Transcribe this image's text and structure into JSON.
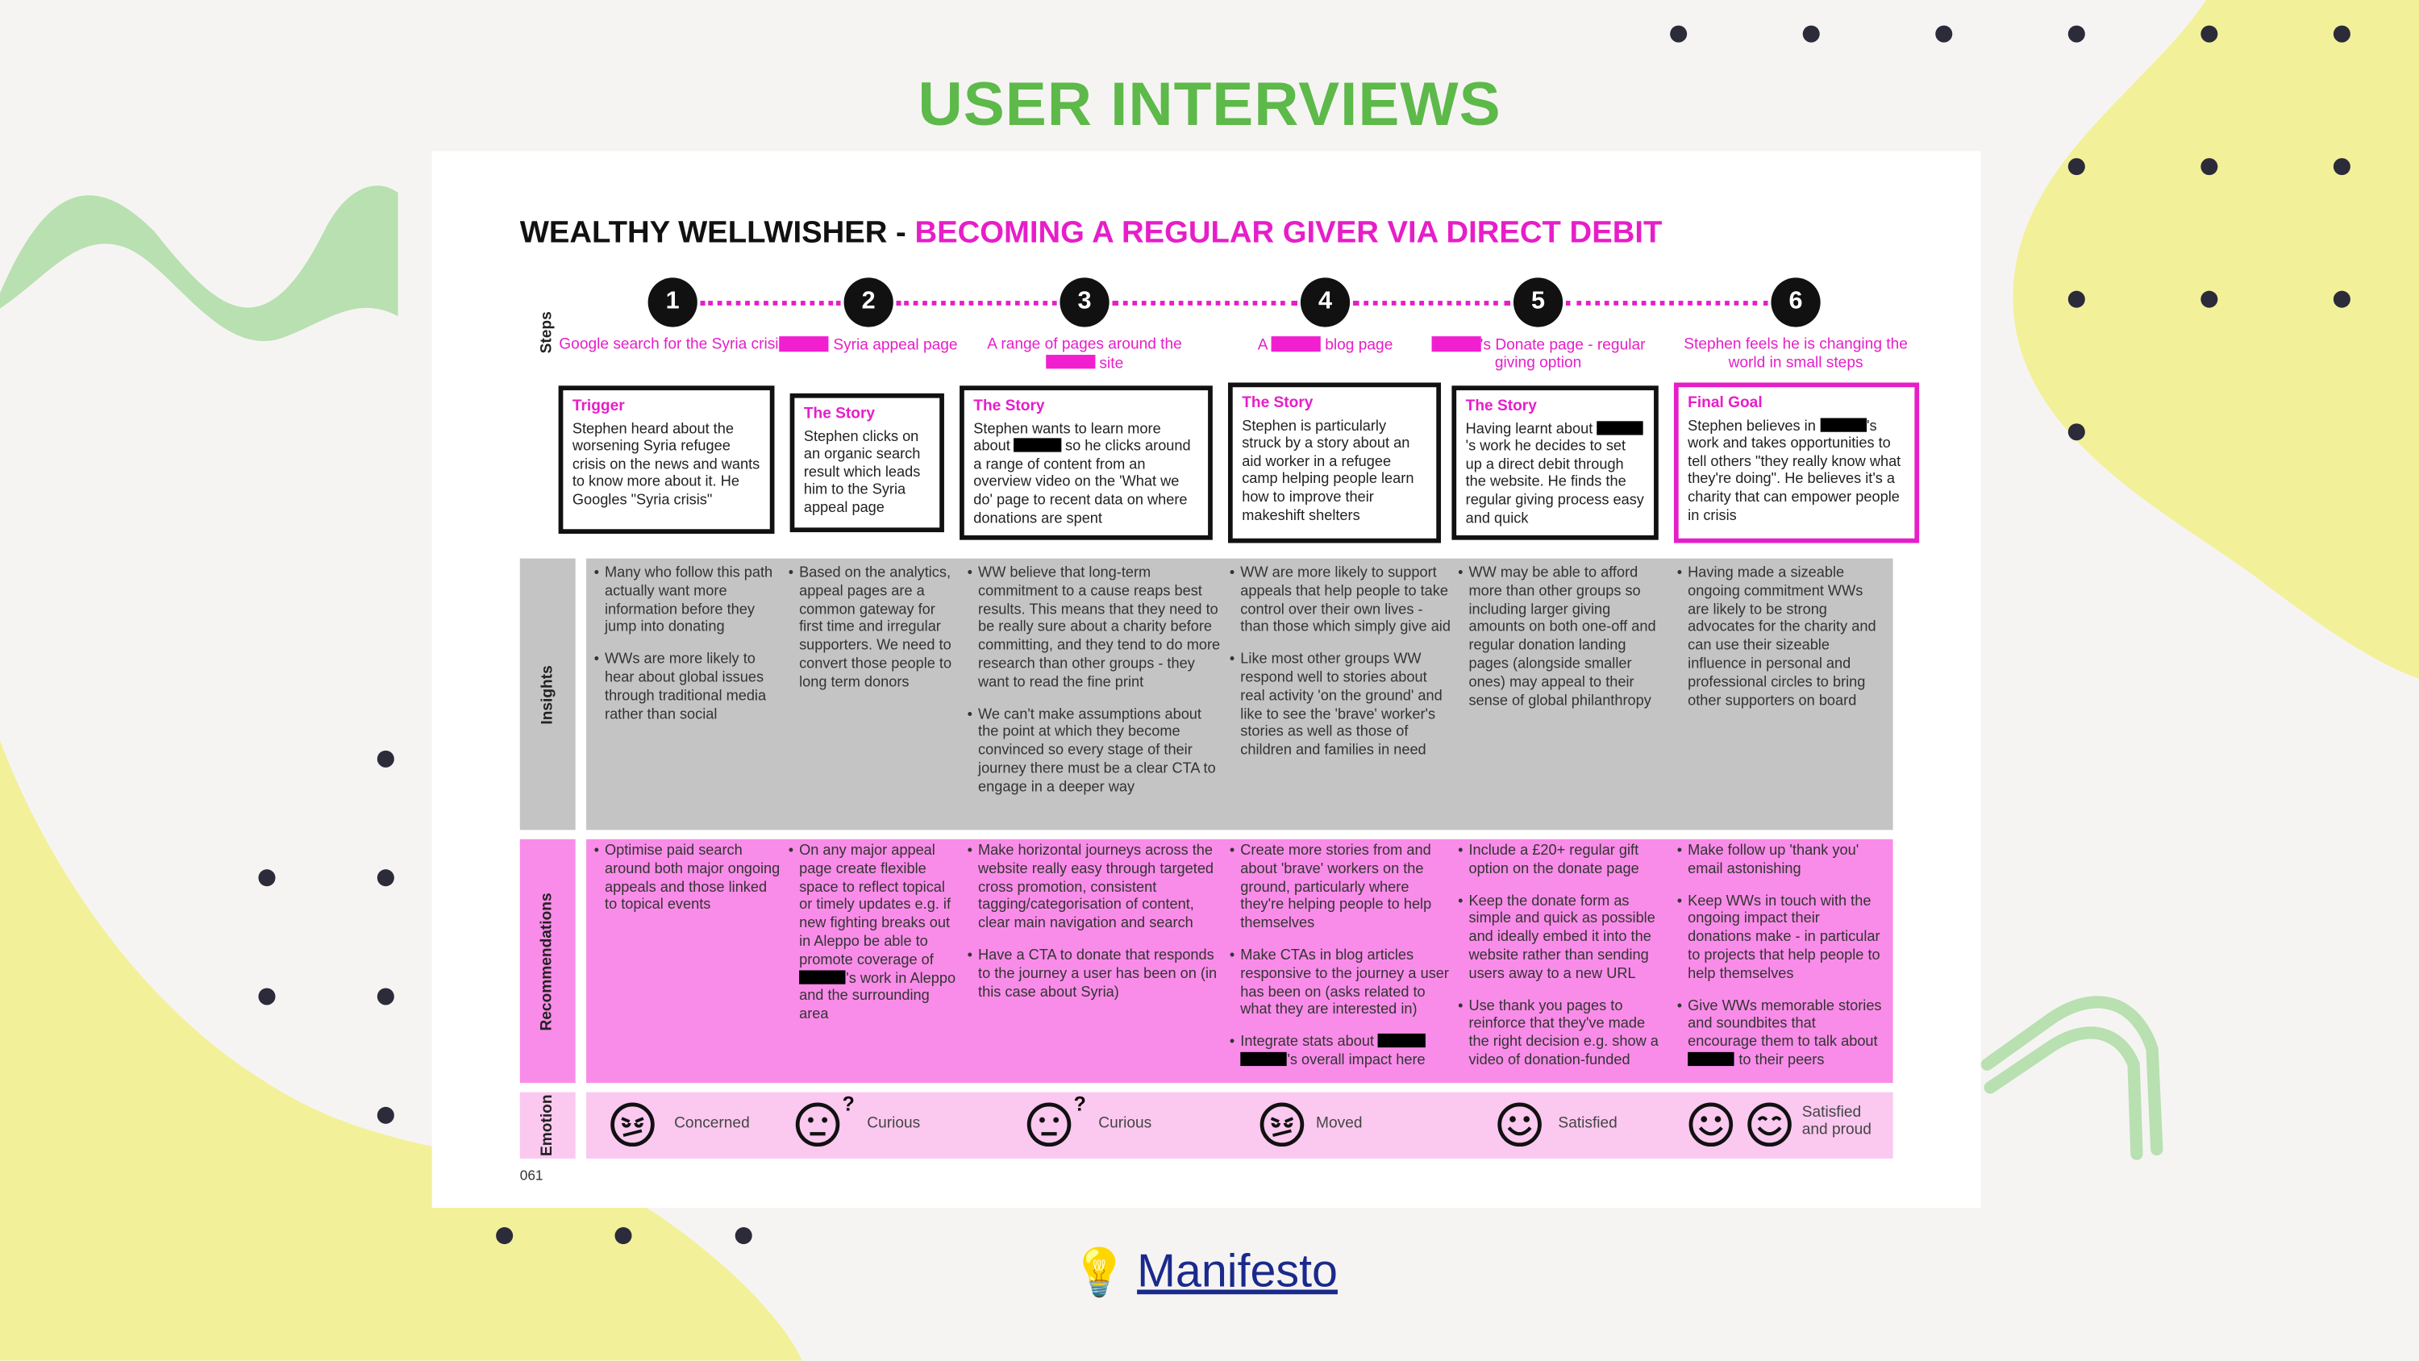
{
  "slide_title": "USER INTERVIEWS",
  "card": {
    "heading_persona": "WEALTHY WELLWISHER - ",
    "heading_journey": "BECOMING A REGULAR GIVER VIA DIRECT DEBIT",
    "row_labels": {
      "steps": "Steps",
      "insights": "Insights",
      "recommendations": "Recommendations",
      "emotion": "Emotion"
    },
    "steps": [
      {
        "number": "1",
        "caption": "Google search for the Syria crisis",
        "box_title": "Trigger",
        "box_text": "Stephen heard about the worsening Syria refugee crisis on the news and wants to know more about it. He Googles \"Syria crisis\""
      },
      {
        "number": "2",
        "caption": "█ Syria appeal page",
        "box_title": "The Story",
        "box_text": "Stephen clicks on an organic search result which leads him to the Syria appeal page"
      },
      {
        "number": "3",
        "caption": "A range of pages around the █ site",
        "box_title": "The Story",
        "box_text": "Stephen wants to learn more about █ so he clicks around a range of content from an overview video on the 'What we do' page to recent data on where donations are spent"
      },
      {
        "number": "4",
        "caption": "A █ blog page",
        "box_title": "The Story",
        "box_text": "Stephen is particularly struck by a story about an aid worker in a refugee camp helping people learn how to improve their makeshift shelters"
      },
      {
        "number": "5",
        "caption": "█'s Donate page - regular giving option",
        "box_title": "The Story",
        "box_text": "Having learnt about █'s work he decides to set up a direct debit through the website. He finds the regular giving process easy and quick"
      },
      {
        "number": "6",
        "caption": "Stephen feels he is changing the world in small steps",
        "box_title": "Final Goal",
        "box_text": "Stephen believes in █'s work and takes opportunities to tell others \"they really know what they're doing\". He believes it's a charity that can empower people in crisis"
      }
    ],
    "insights": [
      [
        "Many who follow this path actually want more information before they jump into donating",
        "WWs are more likely to hear about global issues through traditional media rather than social"
      ],
      [
        "Based on the analytics, appeal pages are a common gateway for first time and irregular supporters. We need to convert those people to long term donors"
      ],
      [
        "WW believe that long-term commitment to a cause reaps best results. This means that they need to be really sure about a charity before committing, and they tend to do more research than other groups - they want to read the fine print",
        "We can't make assumptions about the point at which they become convinced so every stage of their journey there must be a clear CTA to engage in a deeper way"
      ],
      [
        "WW are more likely to support appeals that help people to take control over their own lives - than those which simply give aid",
        "Like most other groups WW respond well to stories about real activity 'on the ground' and like to see the 'brave' worker's stories as well as those of children and families in need"
      ],
      [
        "WW may be able to afford more than other groups so including larger giving amounts on both one-off and regular donation landing pages (alongside smaller ones) may appeal to their sense of global philanthropy"
      ],
      [
        "Having made a sizeable ongoing commitment WWs are likely to be strong advocates for the charity and can use their sizeable influence in personal and professional circles to bring other supporters on board"
      ]
    ],
    "recommendations": [
      [
        "Optimise paid search around both major ongoing appeals and those linked to topical events"
      ],
      [
        "On any major appeal page create flexible space to reflect topical or timely updates e.g. if new fighting breaks out in Aleppo be able to promote coverage of █'s work in Aleppo and the surrounding area"
      ],
      [
        "Make horizontal journeys across the website really easy through targeted cross promotion, consistent tagging/categorisation of content, clear main navigation and search",
        "Have a CTA to donate that responds to the journey a user has been on (in this case about Syria)"
      ],
      [
        "Create more stories from and about 'brave' workers on the ground, particularly where they're helping people to help themselves",
        "Make CTAs in blog articles responsive to the journey a user has been on (asks related to what they are interested in)",
        "Integrate stats about █ █'s overall impact here"
      ],
      [
        "Include a £20+ regular gift option on the donate page",
        "Keep the donate form as simple and quick as possible and ideally embed it into the website rather than sending users away to a new URL",
        "Use thank you pages to reinforce that they've made the right decision e.g. show a video of donation-funded"
      ],
      [
        "Make follow up 'thank you' email astonishing",
        "Keep WWs in touch with the ongoing impact their donations make - in particular to projects that help people to help themselves",
        "Give WWs memorable stories and soundbites that encourage them to talk about █ to their peers"
      ]
    ],
    "emotions": [
      {
        "label": "Concerned",
        "icon": "worried-face-icon"
      },
      {
        "label": "Curious",
        "icon": "neutral-question-face-icon"
      },
      {
        "label": "Curious",
        "icon": "neutral-question-face-icon"
      },
      {
        "label": "Moved",
        "icon": "worried-face-icon"
      },
      {
        "label": "Satisfied",
        "icon": "smile-face-icon"
      },
      {
        "label": "Satisfied and proud",
        "icon": "smile-face-icon"
      }
    ],
    "page_number": "061"
  },
  "link": {
    "label": "Manifesto",
    "icon": "lightbulb-icon"
  },
  "colors": {
    "green": "#5db949",
    "magenta": "#e61ec8",
    "insights_bg": "#c4c4c4",
    "recs_bg": "#f98ce8",
    "emotion_bg": "#fbc8f0",
    "yellow": "#f2f19a"
  }
}
